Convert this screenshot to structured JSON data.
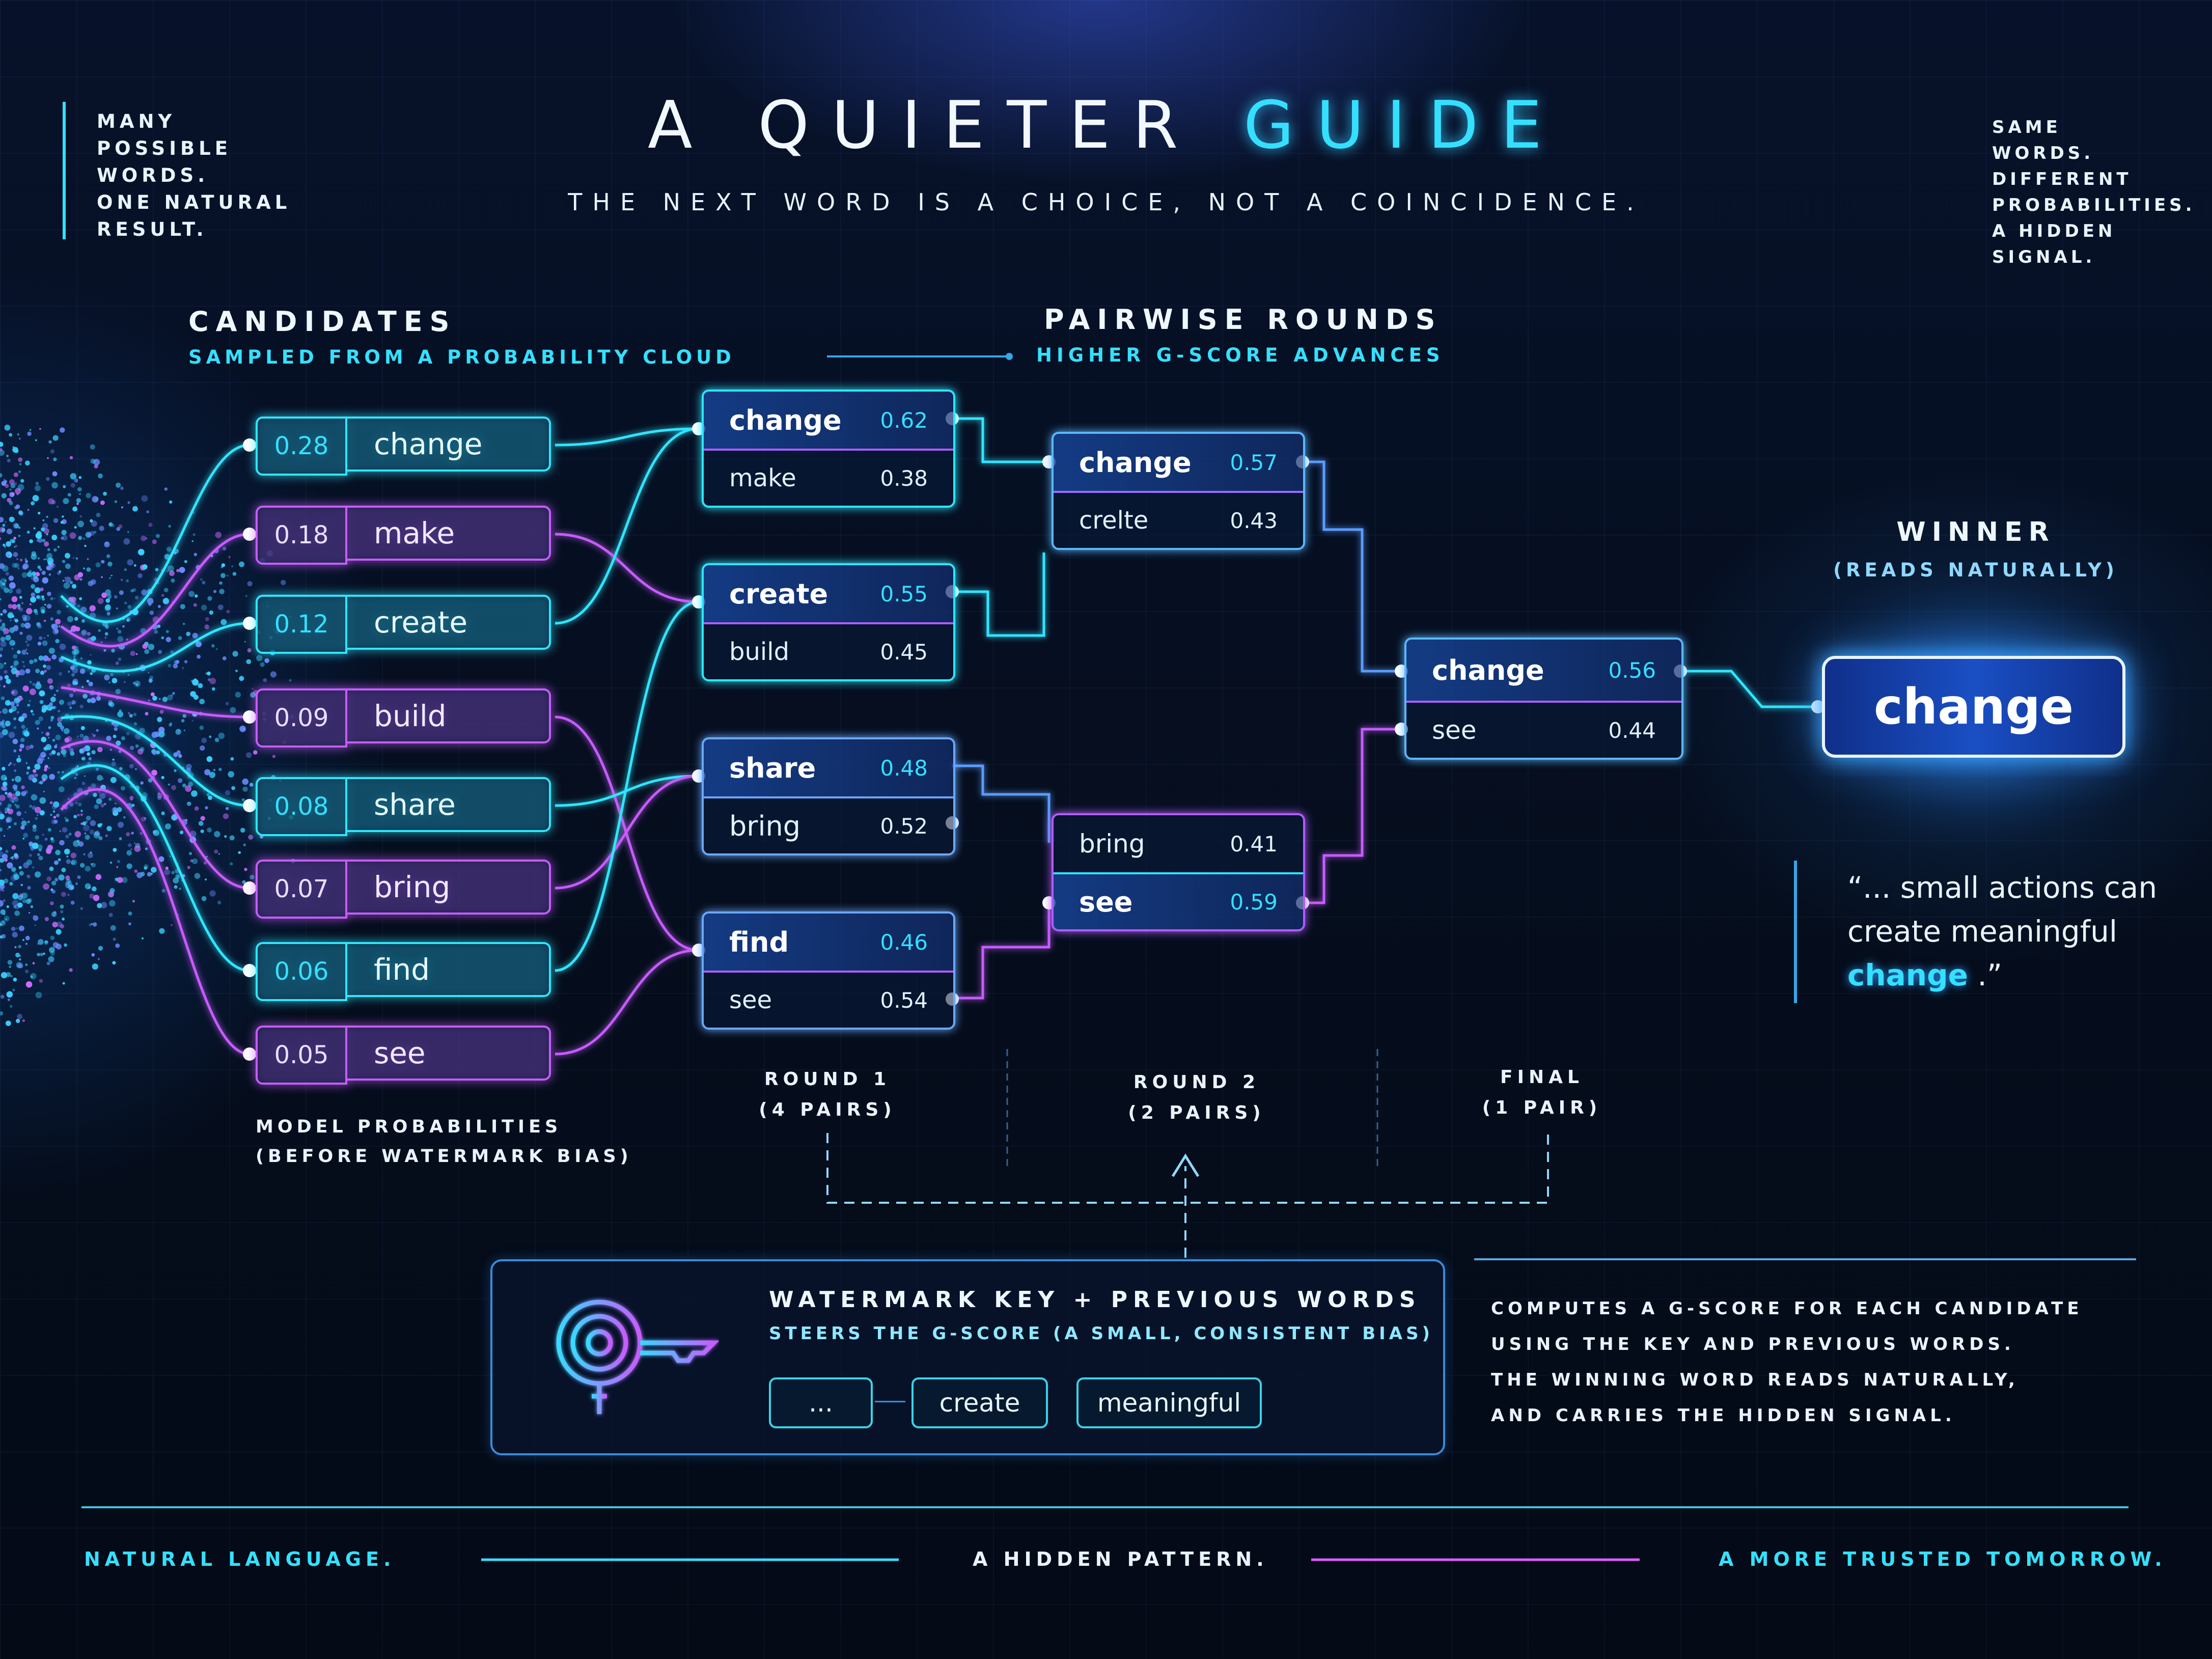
{
  "title": {
    "main": "A QUIETER ",
    "accent": "GUIDE",
    "subtitle": "THE NEXT WORD IS A CHOICE, NOT A COINCIDENCE."
  },
  "side_notes": {
    "left": [
      "MANY",
      "POSSIBLE",
      "WORDS.",
      "ONE NATURAL",
      "RESULT."
    ],
    "right": [
      "SAME",
      "WORDS.",
      "DIFFERENT",
      "PROBABILITIES.",
      "A HIDDEN",
      "SIGNAL."
    ]
  },
  "candidates": {
    "title": "CANDIDATES",
    "subtitle": "SAMPLED FROM A PROBABILITY CLOUD",
    "caption": [
      "MODEL PROBABILITIES",
      "(BEFORE WATERMARK BIAS)"
    ],
    "items": [
      {
        "prob": "0.28",
        "word": "change",
        "color": "#2ee6ff"
      },
      {
        "prob": "0.18",
        "word": "make",
        "color": "#c65cff"
      },
      {
        "prob": "0.12",
        "word": "create",
        "color": "#2ee6ff"
      },
      {
        "prob": "0.09",
        "word": "build",
        "color": "#c65cff"
      },
      {
        "prob": "0.08",
        "word": "share",
        "color": "#2ee6ff"
      },
      {
        "prob": "0.07",
        "word": "bring",
        "color": "#c65cff"
      },
      {
        "prob": "0.06",
        "word": "find",
        "color": "#2ee6ff"
      },
      {
        "prob": "0.05",
        "word": "see",
        "color": "#c65cff"
      }
    ]
  },
  "pairwise": {
    "title": "PAIRWISE ROUNDS",
    "subtitle": "HIGHER G-SCORE ADVANCES"
  },
  "round1": [
    {
      "top": {
        "word": "change",
        "score": "0.62"
      },
      "bottom": {
        "word": "make",
        "score": "0.38"
      },
      "winner": "top"
    },
    {
      "top": {
        "word": "create",
        "score": "0.55"
      },
      "bottom": {
        "word": "build",
        "score": "0.45"
      },
      "winner": "top"
    },
    {
      "top": {
        "word": "share",
        "score": "0.48"
      },
      "bottom": {
        "word": "bring",
        "score": "0.52"
      },
      "winner": "bottom"
    },
    {
      "top": {
        "word": "find",
        "score": "0.46"
      },
      "bottom": {
        "word": "see",
        "score": "0.54"
      },
      "winner": "bottom"
    }
  ],
  "round2": [
    {
      "top": {
        "word": "change",
        "score": "0.57"
      },
      "bottom": {
        "word": "crelte",
        "score": "0.43"
      },
      "winner": "top"
    },
    {
      "top": {
        "word": "bring",
        "score": "0.41"
      },
      "bottom": {
        "word": "see",
        "score": "0.59"
      },
      "winner": "bottom"
    }
  ],
  "final": {
    "top": {
      "word": "change",
      "score": "0.56"
    },
    "bottom": {
      "word": "see",
      "score": "0.44"
    },
    "winner": "top"
  },
  "round_labels": [
    {
      "line1": "ROUND 1",
      "line2": "(4 PAIRS)"
    },
    {
      "line1": "ROUND 2",
      "line2": "(2 PAIRS)"
    },
    {
      "line1": "FINAL",
      "line2": "(1 PAIR)"
    }
  ],
  "winner": {
    "title": "WINNER",
    "subtitle": "(READS NATURALLY)",
    "word": "change"
  },
  "quote": {
    "line1": "“... small actions can",
    "line2": "create meaningful",
    "accent": "change",
    "end": " .”"
  },
  "watermark": {
    "title": "WATERMARK KEY + PREVIOUS WORDS",
    "subtitle": "STEERS THE G-SCORE (A SMALL, CONSISTENT BIAS)",
    "tags": [
      "...",
      "create",
      "meaningful"
    ]
  },
  "explain": [
    "COMPUTES A G-SCORE FOR EACH CANDIDATE",
    "USING THE KEY AND PREVIOUS WORDS.",
    "THE WINNING WORD READS NATURALLY,",
    "AND CARRIES THE HIDDEN SIGNAL."
  ],
  "footer": [
    "NATURAL LANGUAGE.",
    "A HIDDEN PATTERN.",
    "A MORE TRUSTED TOMORROW."
  ],
  "colors": {
    "cyan": "#2ee6ff",
    "violet": "#c65cff",
    "blue": "#3a8cff",
    "background": "#06101f"
  }
}
